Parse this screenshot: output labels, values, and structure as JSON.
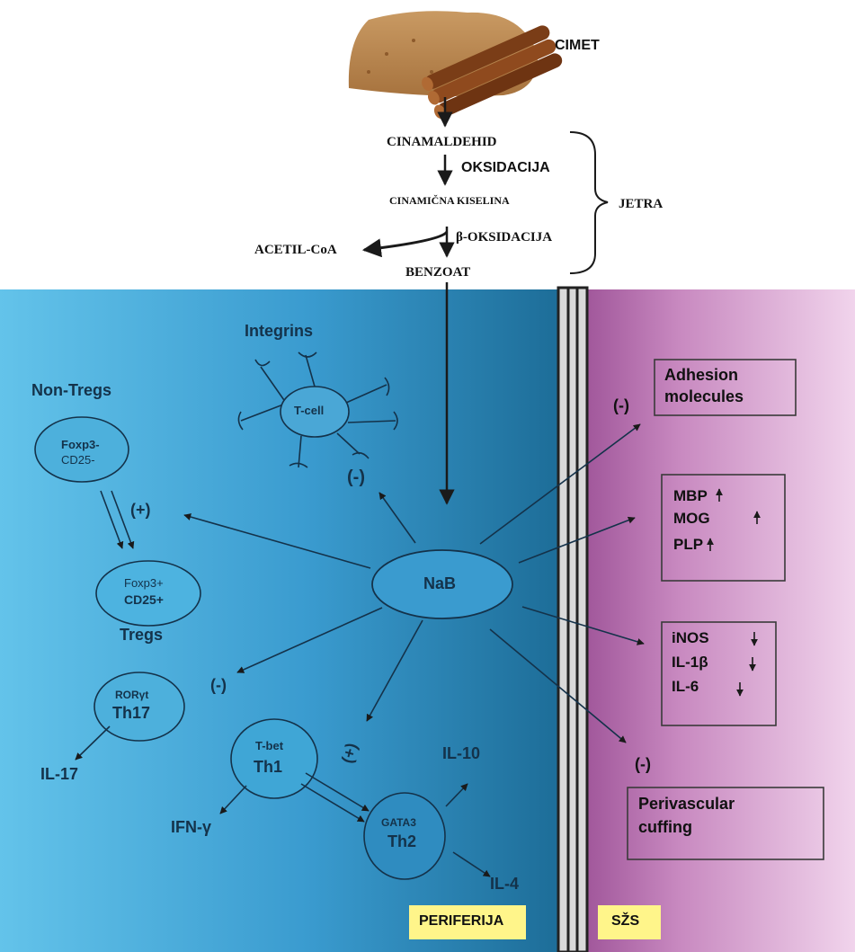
{
  "top": {
    "source_label": "CIMET",
    "steps": [
      "CINAMALDEHID",
      "OKSIDACIJA",
      "CINAMIČNA KISELINA",
      "β-OKSIDACIJA",
      "BENZOAT"
    ],
    "side_product": "ACETIL-CoA",
    "organ": "JETRA"
  },
  "periphery": {
    "integrins_label": "Integrins",
    "tcell_label": "T-cell",
    "non_tregs_label": "Non-Tregs",
    "nontreg_cell": [
      "Foxp3-",
      "CD25-"
    ],
    "treg_cell": [
      "Foxp3+",
      "CD25+"
    ],
    "tregs_label": "Tregs",
    "center": "NaB",
    "th17_cell": [
      "RORγt",
      "Th17"
    ],
    "th1_cell": [
      "T-bet",
      "Th1"
    ],
    "th2_cell": [
      "GATA3",
      "Th2"
    ],
    "il17": "IL-17",
    "ifn": "IFN-γ",
    "il10": "IL-10",
    "il4": "IL-4",
    "sign_minus": "(-)",
    "sign_plus": "(+)",
    "region_label": "PERIFERIJA"
  },
  "cns": {
    "adhesion": [
      "Adhesion",
      "molecules"
    ],
    "myelin": [
      "MBP",
      "MOG",
      "PLP"
    ],
    "cytokines": [
      "iNOS",
      "IL-1β",
      "IL-6"
    ],
    "perivascular": [
      "Perivascular",
      "cuffing"
    ],
    "region_label": "SŽS"
  },
  "colors": {
    "periphery_left": "#5fbfe6",
    "periphery_right": "#1c6f9a",
    "cns_left": "#a3579a",
    "cns_right": "#f0d2ea",
    "label_box": "#fff58a",
    "line": "#1a1a1a"
  }
}
